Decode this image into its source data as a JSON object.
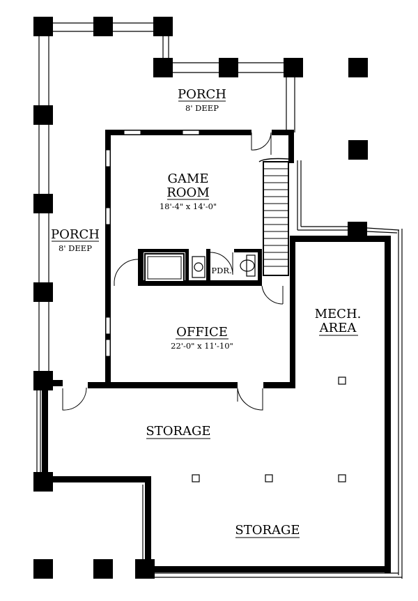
{
  "floorplan": {
    "rooms": {
      "porch_top": {
        "name": "PORCH",
        "sub": "8' DEEP"
      },
      "porch_left": {
        "name": "PORCH",
        "sub": "8' DEEP"
      },
      "game_room": {
        "name_line1": "GAME",
        "name_line2": "ROOM",
        "dim": "18'-4\" x 14'-0\""
      },
      "office": {
        "name": "OFFICE",
        "dim": "22'-0\" x 11'-10\""
      },
      "mech_area": {
        "name_line1": "MECH.",
        "name_line2": "AREA"
      },
      "pdr": {
        "name": "PDR."
      },
      "storage_1": {
        "name": "STORAGE"
      },
      "storage_2": {
        "name": "STORAGE"
      }
    },
    "colors": {
      "wall": "#000000",
      "background": "#ffffff"
    }
  }
}
